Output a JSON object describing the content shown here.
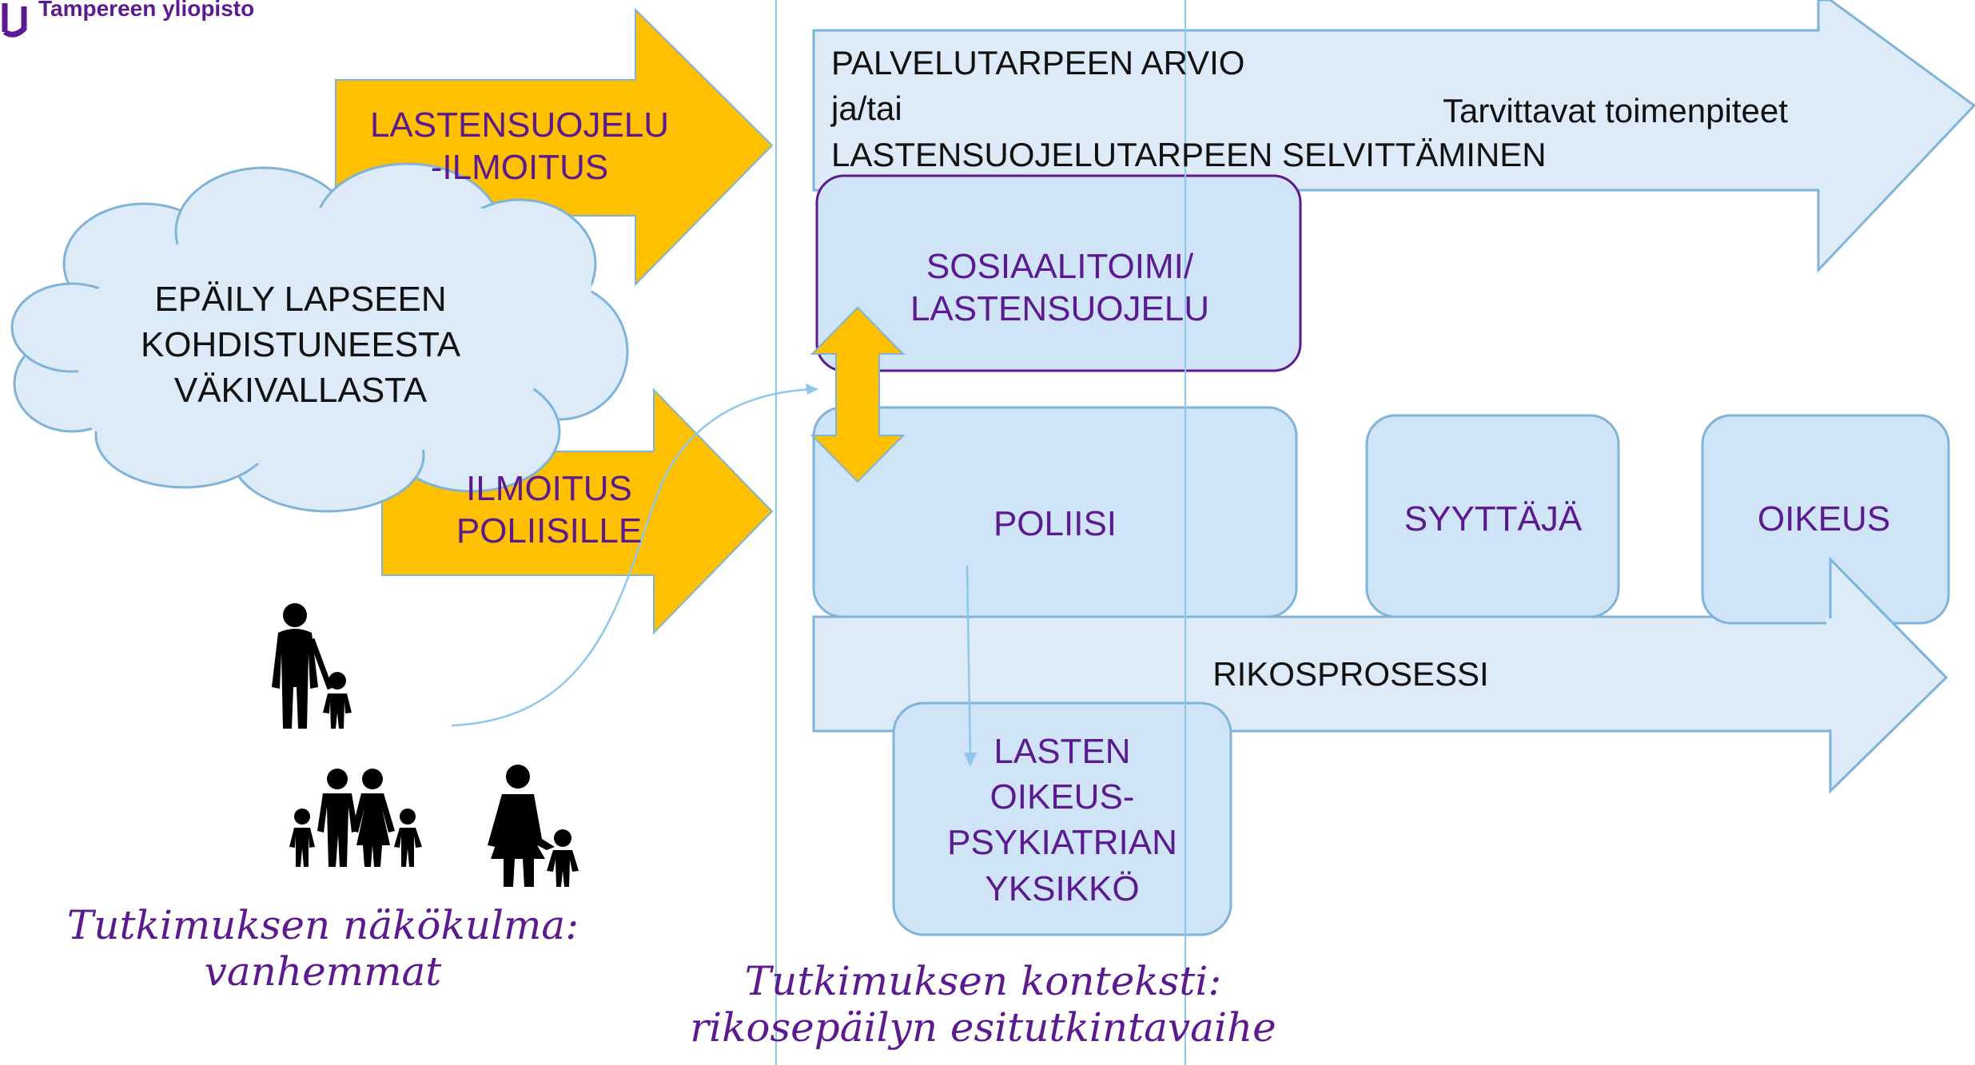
{
  "logo": {
    "text": "Tampereen yliopisto",
    "color": "#5b1a8f"
  },
  "arrows": {
    "service_need": {
      "line1": "PALVELUTARPEEN ARVIO",
      "line2": "ja/tai",
      "line3": "LASTENSUOJELUTARPEEN SELVITTÄMINEN",
      "measures": "Tarvittavat toimenpiteet"
    },
    "criminal_process": {
      "label": "RIKOSPROSESSI"
    },
    "child_protection_notice": {
      "line1": "LASTENSUOJELU",
      "line2": "-ILMOITUS"
    },
    "police_notice": {
      "line1": "ILMOITUS",
      "line2": "POLIISILLE"
    }
  },
  "cloud": {
    "line1": "EPÄILY LAPSEEN",
    "line2": "KOHDISTUNEESTA",
    "line3": "VÄKIVALLASTA"
  },
  "boxes": {
    "social": {
      "line1": "SOSIAALITOIMI/",
      "line2": "LASTENSUOJELU"
    },
    "police": {
      "label": "POLIISI"
    },
    "prosecutor": {
      "label": "SYYTTÄJÄ"
    },
    "court": {
      "label": "OIKEUS"
    },
    "child_unit": {
      "line1": "LASTEN",
      "line2": "OIKEUS-",
      "line3": "PSYKIATRIAN",
      "line4": "YKSIKKÖ"
    }
  },
  "annotations": {
    "perspective": {
      "line1": "Tutkimuksen näkökulma:",
      "line2": "vanhemmat"
    },
    "context": {
      "line1": "Tutkimuksen konteksti:",
      "line2": "rikosepäilyn esitutkintavaihe"
    }
  },
  "icons": [
    "father-child-icon",
    "family-icon",
    "mother-child-icon",
    "double-arrow-icon"
  ],
  "colors": {
    "orange": "#FFC000",
    "light_blue": "#DCEBF7",
    "box_blue": "#CFE4F6",
    "border_blue": "#7FB3D8",
    "purple": "#5b1a8f",
    "line_blue": "#8DC8EA"
  }
}
